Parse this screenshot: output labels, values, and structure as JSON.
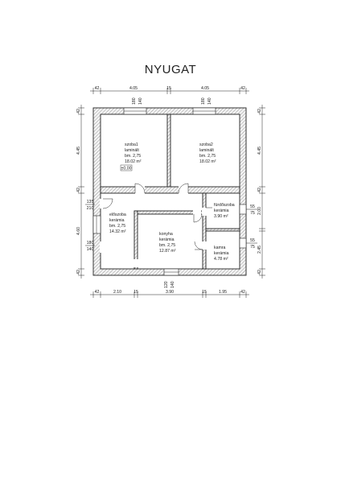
{
  "title": "NYUGAT",
  "dims_top": [
    "42",
    "4.05",
    "15",
    "4.05",
    "42"
  ],
  "dims_bottom": [
    "42",
    "2.10",
    "15",
    "3.90",
    "15",
    "1.95",
    "42"
  ],
  "dims_left": [
    "42",
    "4.45",
    "42",
    "135",
    "210",
    "4.60",
    "180",
    "140",
    "42"
  ],
  "dims_right": [
    "42",
    "4.45",
    "42",
    "55",
    "75",
    "2.00",
    "55",
    "75",
    "2.45",
    "42"
  ],
  "window_labels": {
    "w1a": "180",
    "w1b": "140",
    "w2a": "180",
    "w2b": "140",
    "w3a": "120",
    "w3b": "140"
  },
  "level_mark": "±0,00",
  "rooms": [
    {
      "name": "szoba1",
      "floor": "laminált",
      "height": "bm. 2,75",
      "area": "18.02 m²"
    },
    {
      "name": "szoba2",
      "floor": "laminált",
      "height": "bm. 2,75",
      "area": "18.02 m²"
    },
    {
      "name": "előszoba",
      "floor": "kerámia",
      "height": "bm. 2,75",
      "area": "14.32 m²"
    },
    {
      "name": "konyha",
      "floor": "kerámia",
      "height": "bm. 2,75",
      "area": "12.87 m²"
    },
    {
      "name": "fürdőszoba",
      "floor": "kerámia",
      "height": "",
      "area": "3.90 m²"
    },
    {
      "name": "kamra",
      "floor": "kerámia",
      "height": "",
      "area": "4.78 m²"
    }
  ]
}
